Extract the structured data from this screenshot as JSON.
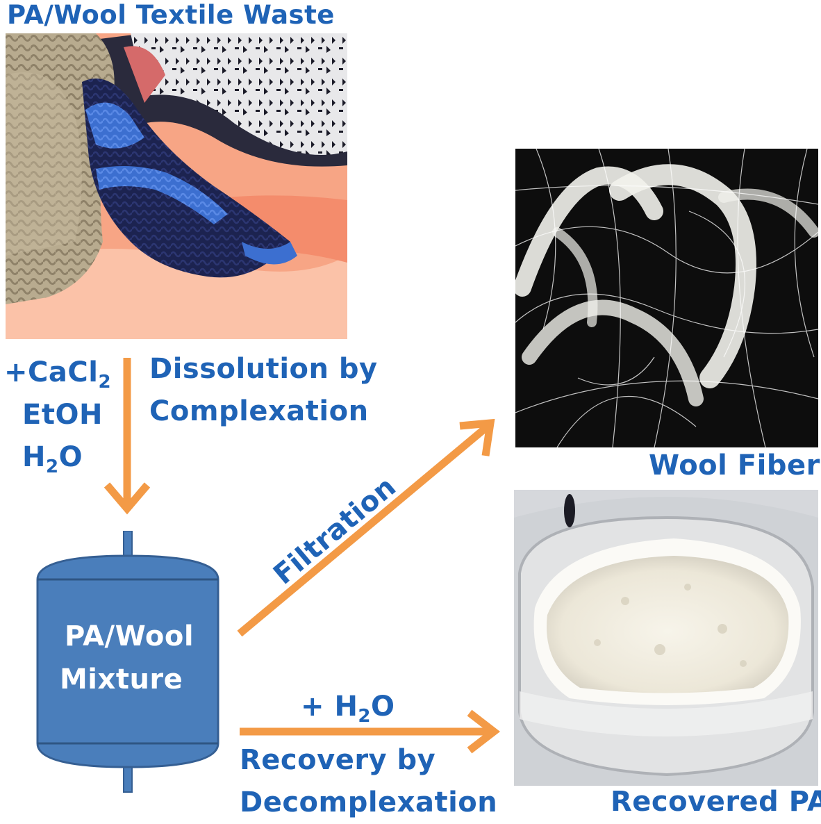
{
  "title": "PA/Wool Textile Waste",
  "reagents": {
    "prefix": "+CaCl",
    "sub1": "2",
    "line2": "EtOH",
    "h": "H",
    "sub2": "2",
    "o": "O"
  },
  "dissolution": {
    "line1": "Dissolution by",
    "line2": "Complexation"
  },
  "vessel": {
    "line1": "PA/Wool",
    "line2": "Mixture"
  },
  "filtration": "Filtration",
  "water_add": {
    "prefix": "+ H",
    "sub": "2",
    "suffix": "O"
  },
  "recovery": {
    "line1": "Recovery by",
    "line2": "Decomplexation"
  },
  "wool_fiber": "Wool Fiber",
  "recovered_pa": "Recovered PA",
  "colors": {
    "text": "#1f63b6",
    "arrow": "#f39a46",
    "vessel": "#4a7ebb",
    "vessel_edge": "#355f93"
  }
}
